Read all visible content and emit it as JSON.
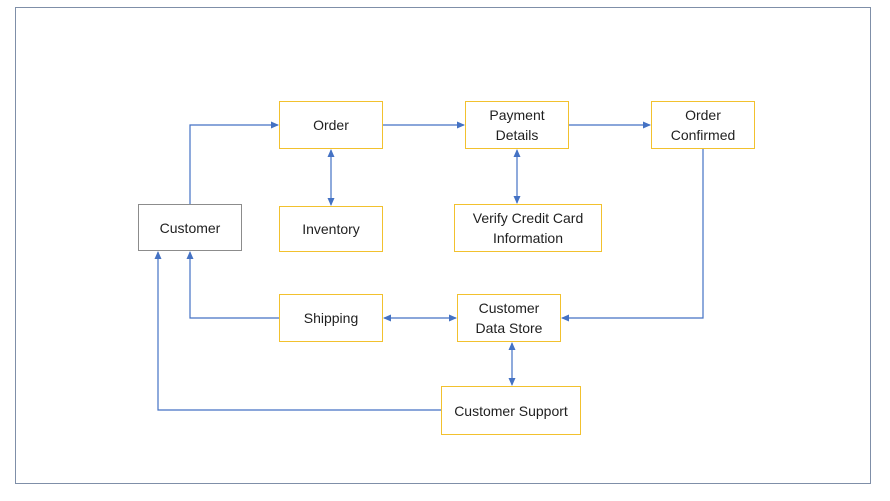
{
  "diagram": {
    "nodes": {
      "customer": "Customer",
      "order": "Order",
      "payment_details": "Payment\nDetails",
      "order_confirmed": "Order\nConfirmed",
      "inventory": "Inventory",
      "verify_credit_card": "Verify Credit Card\nInformation",
      "shipping": "Shipping",
      "customer_data_store": "Customer\nData Store",
      "customer_support": "Customer Support"
    },
    "edges": [
      {
        "from": "customer",
        "to": "order",
        "direction": "forward"
      },
      {
        "from": "order",
        "to": "payment_details",
        "direction": "forward"
      },
      {
        "from": "payment_details",
        "to": "order_confirmed",
        "direction": "forward"
      },
      {
        "from": "order",
        "to": "inventory",
        "direction": "both"
      },
      {
        "from": "payment_details",
        "to": "verify_credit_card",
        "direction": "both"
      },
      {
        "from": "order_confirmed",
        "to": "customer_data_store",
        "direction": "forward"
      },
      {
        "from": "shipping",
        "to": "customer_data_store",
        "direction": "both"
      },
      {
        "from": "shipping",
        "to": "customer",
        "direction": "forward"
      },
      {
        "from": "customer_data_store",
        "to": "customer_support",
        "direction": "both"
      },
      {
        "from": "customer_support",
        "to": "customer",
        "direction": "forward"
      }
    ],
    "colors": {
      "node_border": "#f2c12e",
      "customer_border": "#8c8c8c",
      "connector": "#4472c4",
      "frame": "#7f8fa8"
    }
  }
}
